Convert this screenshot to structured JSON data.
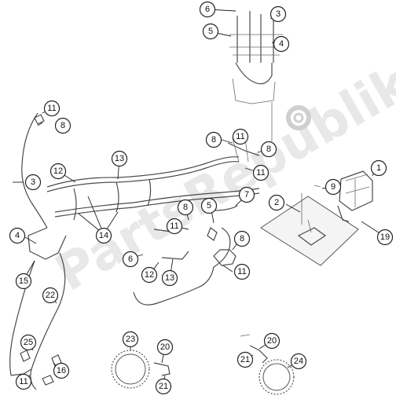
{
  "diagram": {
    "watermark": "PartsRepublik",
    "callouts": [
      "1",
      "2",
      "3",
      "3",
      "4",
      "4",
      "5",
      "5",
      "6",
      "6",
      "7",
      "8",
      "8",
      "8",
      "8",
      "8",
      "9",
      "11",
      "11",
      "11",
      "11",
      "11",
      "11",
      "12",
      "12",
      "13",
      "13",
      "14",
      "15",
      "16",
      "19",
      "20",
      "20",
      "21",
      "21",
      "22",
      "23",
      "24",
      "25"
    ]
  },
  "colors": {
    "line": "#4a4a4a",
    "watermark": "#d6d6d6"
  }
}
